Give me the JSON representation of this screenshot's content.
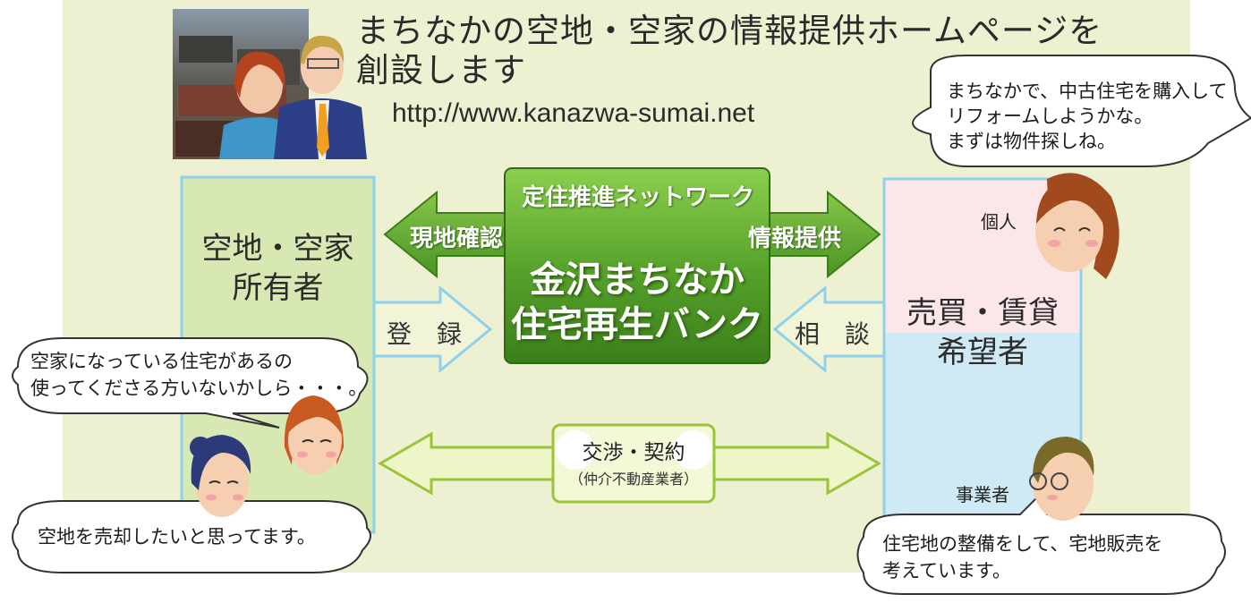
{
  "header": {
    "title_line1": "まちなかの空地・空家の情報提供ホームページを",
    "title_line2": "創設します",
    "url": "http://www.kanazwa-sumai.net"
  },
  "left_box": {
    "line1": "空地・空家",
    "line2": "所有者"
  },
  "right_box": {
    "line1": "売買・賃貸",
    "line2": "希望者",
    "individual_label": "個人",
    "business_label": "事業者"
  },
  "center": {
    "network_label": "定住推進ネットワーク",
    "left_arrow_label": "現地確認",
    "right_arrow_label": "情報提供",
    "bank_line1": "金沢まちなか",
    "bank_line2": "住宅再生バンク"
  },
  "flows": {
    "register_label": "登　録",
    "consult_label": "相　談",
    "negotiation_label": "交渉・契約",
    "negotiation_sub": "（仲介不動産業者）"
  },
  "bubbles": {
    "buyer_line1": "まちなかで、中古住宅を購入して",
    "buyer_line2": "リフォームしようかな。",
    "buyer_line3": "まずは物件探しね。",
    "owner_line1": "空家になっている住宅があるの",
    "owner_line2": "使ってくださる方いないかしら・・・。",
    "land_owner": "空地を売却したいと思ってます。",
    "developer_line1": "住宅地の整備をして、宅地販売を",
    "developer_line2": "考えています。"
  },
  "colors": {
    "panel_bg": "#eef0d2",
    "left_box": "#d8e8b3",
    "box_border": "#8fd0ea",
    "right_top": "#fbe6ea",
    "right_bottom": "#cfe9f5",
    "green_dark": "#3e8a1f",
    "green_light": "#7ac143",
    "negotiation_fill": "#eef5c7"
  }
}
